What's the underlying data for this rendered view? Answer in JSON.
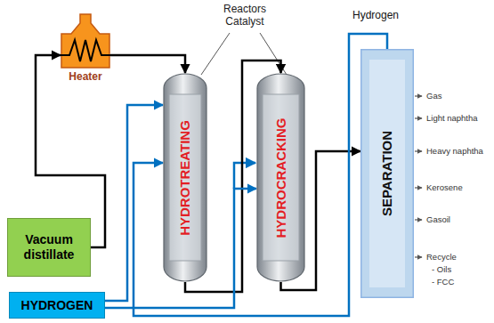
{
  "diagram": {
    "nodes": [
      {
        "text": [
          "Heater"
        ]
      },
      {
        "text": [
          "HYDROTREATING"
        ]
      },
      {
        "text": [
          "HYDROCRACKING"
        ]
      },
      {
        "text": [
          "SEPARATION"
        ]
      },
      {
        "text": [
          "Vacuum distillate"
        ]
      },
      {
        "text": [
          "HYDROGEN"
        ]
      }
    ],
    "edges": [
      {
        "from": 4,
        "to": 0,
        "arrow": "to"
      },
      {
        "from": 0,
        "to": 1,
        "arrow": "to"
      },
      {
        "from": 1,
        "to": 2,
        "arrow": "to"
      },
      {
        "from": 2,
        "to": 3,
        "arrow": "to"
      },
      {
        "from": 5,
        "to": 1,
        "arrow": "to"
      },
      {
        "from": 5,
        "to": 2,
        "arrow": "to"
      },
      {
        "from": 3,
        "to": 1,
        "label": "Hydrogen",
        "arrow": "to"
      }
    ],
    "labels": [
      "Reactors Catalyst",
      "Gas",
      "Light naphtha",
      "Heavy naphtha",
      "Kerosene",
      "Gasoil",
      "Recycle",
      "- Oils",
      "- FCC"
    ]
  }
}
